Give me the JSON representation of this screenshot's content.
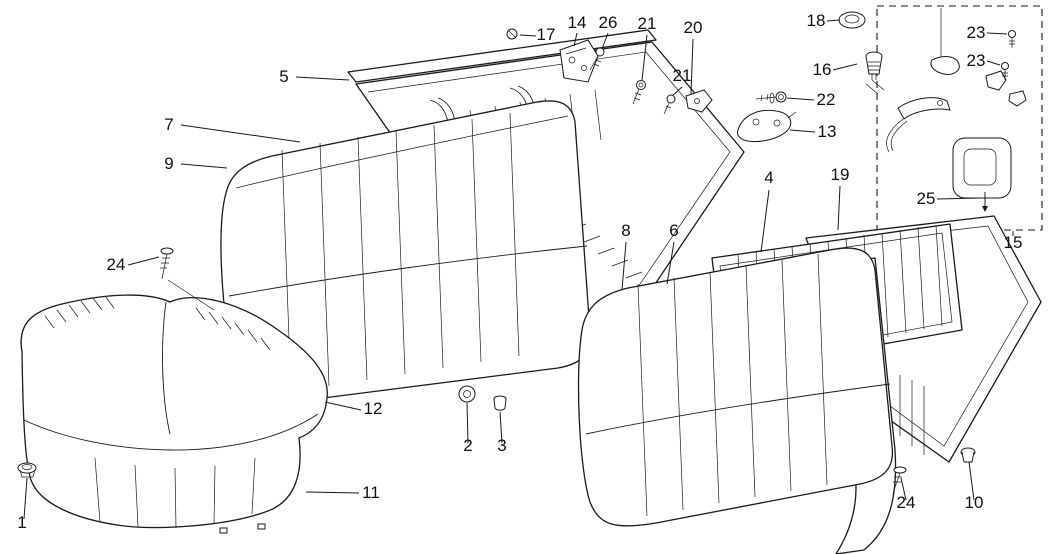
{
  "diagram_type": "exploded-parts-diagram",
  "colors": {
    "line": "#1a1a1a",
    "background": "#ffffff"
  },
  "callouts": [
    {
      "id": "17",
      "label": "17"
    },
    {
      "id": "14",
      "label": "14"
    },
    {
      "id": "26",
      "label": "26"
    },
    {
      "id": "21-a",
      "label": "21"
    },
    {
      "id": "20",
      "label": "20"
    },
    {
      "id": "18",
      "label": "18"
    },
    {
      "id": "23-a",
      "label": "23"
    },
    {
      "id": "23-b",
      "label": "23"
    },
    {
      "id": "16",
      "label": "16"
    },
    {
      "id": "21-b",
      "label": "21"
    },
    {
      "id": "22",
      "label": "22"
    },
    {
      "id": "13",
      "label": "13"
    },
    {
      "id": "5",
      "label": "5"
    },
    {
      "id": "7",
      "label": "7"
    },
    {
      "id": "9",
      "label": "9"
    },
    {
      "id": "4",
      "label": "4"
    },
    {
      "id": "19",
      "label": "19"
    },
    {
      "id": "25",
      "label": "25"
    },
    {
      "id": "15",
      "label": "15"
    },
    {
      "id": "24-a",
      "label": "24"
    },
    {
      "id": "8",
      "label": "8"
    },
    {
      "id": "6",
      "label": "6"
    },
    {
      "id": "12",
      "label": "12"
    },
    {
      "id": "2",
      "label": "2"
    },
    {
      "id": "3",
      "label": "3"
    },
    {
      "id": "11",
      "label": "11"
    },
    {
      "id": "1",
      "label": "1"
    },
    {
      "id": "24-b",
      "label": "24"
    },
    {
      "id": "10",
      "label": "10"
    }
  ]
}
